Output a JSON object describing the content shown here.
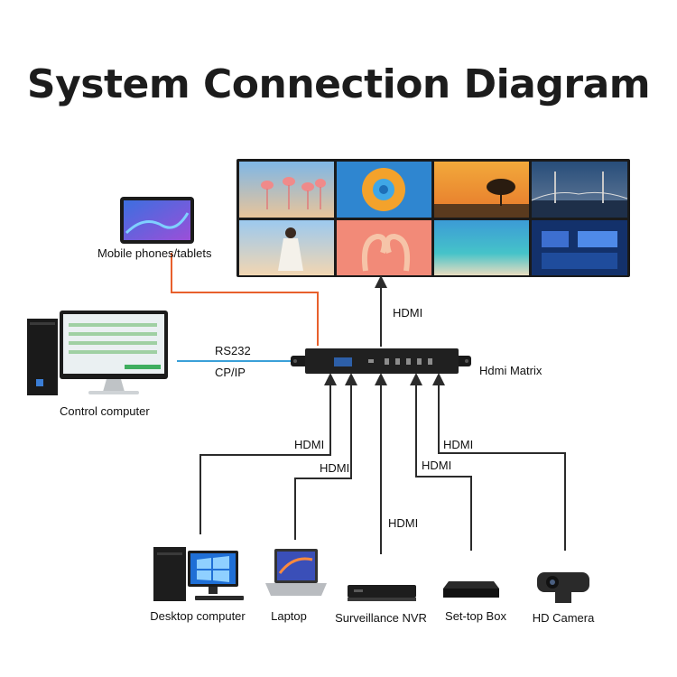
{
  "title": "System Connection Diagram",
  "labels": {
    "mobile": "Mobile phones/tablets",
    "control_computer": "Control computer",
    "rs232": "RS232",
    "cpip": "CP/IP",
    "hdmi_matrix": "Hdmi Matrix",
    "hdmi_out": "HDMI",
    "hdmi_desktop": "HDMI",
    "hdmi_laptop": "HDMI",
    "hdmi_nvr": "HDMI",
    "hdmi_settop": "HDMI",
    "hdmi_camera": "HDMI"
  },
  "devices": {
    "desktop": "Desktop computer",
    "laptop": "Laptop",
    "nvr": "Surveillance NVR",
    "settop": "Set-top Box",
    "camera": "HD Camera"
  },
  "colors": {
    "mobile_line": "#e8602c",
    "control_line": "#3aa0d8",
    "hdmi_line": "#2b2b2b"
  }
}
